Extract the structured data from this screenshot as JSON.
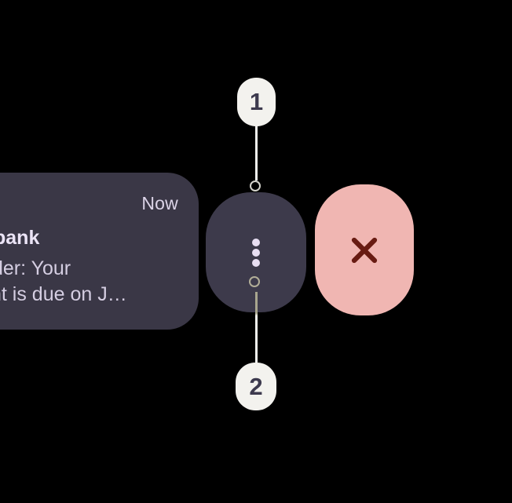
{
  "notification": {
    "timestamp": "Now",
    "title": "bank",
    "body_line1": "der: Your",
    "body_line2": "nt is due on J…"
  },
  "actions": {
    "menu_icon": "kebab-menu-icon",
    "dismiss_icon": "close-x-icon"
  },
  "annotations": {
    "marker1": "1",
    "marker2": "2"
  },
  "colors": {
    "background": "#000000",
    "notification_card": "#3a3746",
    "menu_pill": "#3d3a4b",
    "dismiss_pill": "#f0b6b2",
    "dismiss_x": "#681b12",
    "text_primary": "#ebe4f6",
    "text_secondary": "#d5cee2",
    "callout_badge": "#f3f2ee",
    "callout_digit": "#3d3a4e"
  }
}
